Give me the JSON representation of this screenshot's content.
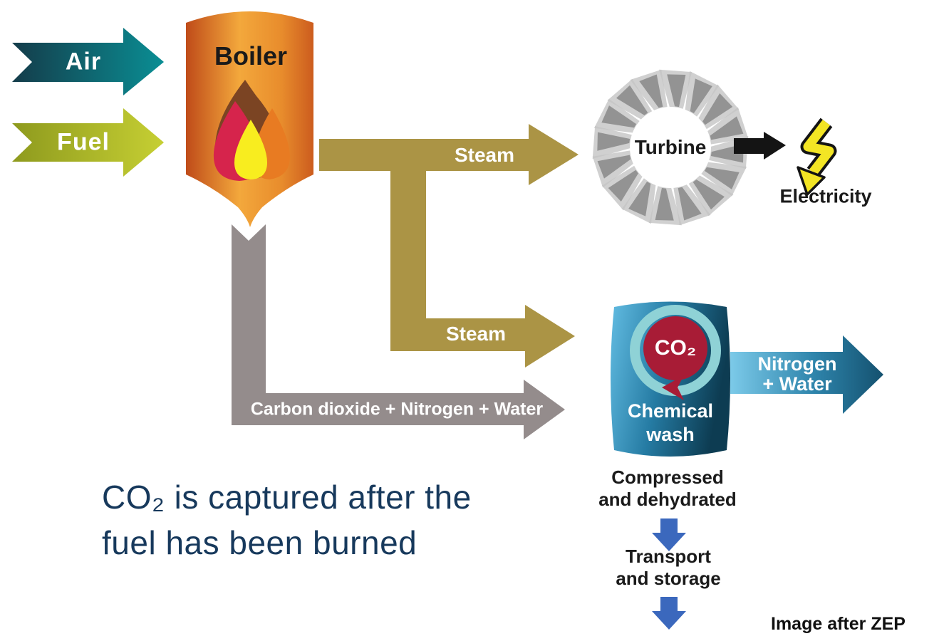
{
  "colors": {
    "air_dark": "#143c4a",
    "air_light": "#0a8e94",
    "fuel_dark": "#8e9a1e",
    "fuel_light": "#c6cf33",
    "boiler_edge": "#bf4b19",
    "boiler_light": "#f3a83c",
    "flame_brown": "#7b4423",
    "flame_crimson": "#d6244c",
    "flame_orange": "#e87b22",
    "flame_yellow": "#f8ed1f",
    "steam_khaki": "#ab9445",
    "flue_gray": "#948c8c",
    "turbine_blade_light": "#c4c4c4",
    "turbine_blade_dark": "#8c8c8c",
    "electricity_yellow": "#f3e524",
    "vessel_light": "#62bce2",
    "vessel_dark": "#0d3c52",
    "ring_teal": "#8fd2d6",
    "co2_crimson": "#a81c36",
    "nitrogen_light": "#7ccae9",
    "nitrogen_dark": "#14516f",
    "step_arrow_blue": "#3b68bd",
    "caption_navy": "#17395c"
  },
  "inputs": {
    "air_label": "Air",
    "fuel_label": "Fuel"
  },
  "boiler": {
    "label": "Boiler"
  },
  "flows": {
    "steam_to_turbine": "Steam",
    "steam_to_capture": "Steam",
    "flue_gas": "Carbon dioxide + Nitrogen + Water",
    "nitrogen_water_line1": "Nitrogen",
    "nitrogen_water_line2": "+ Water"
  },
  "turbine": {
    "label": "Turbine",
    "output_label": "Electricity"
  },
  "capture": {
    "co2_badge": "CO₂",
    "vessel_line1": "Chemical",
    "vessel_line2": "wash",
    "step1_line1": "Compressed",
    "step1_line2": "and dehydrated",
    "step2_line1": "Transport",
    "step2_line2": "and storage"
  },
  "caption": {
    "line1": "CO₂ is captured after the",
    "line2": "fuel has been burned"
  },
  "credit": "Image after ZEP"
}
